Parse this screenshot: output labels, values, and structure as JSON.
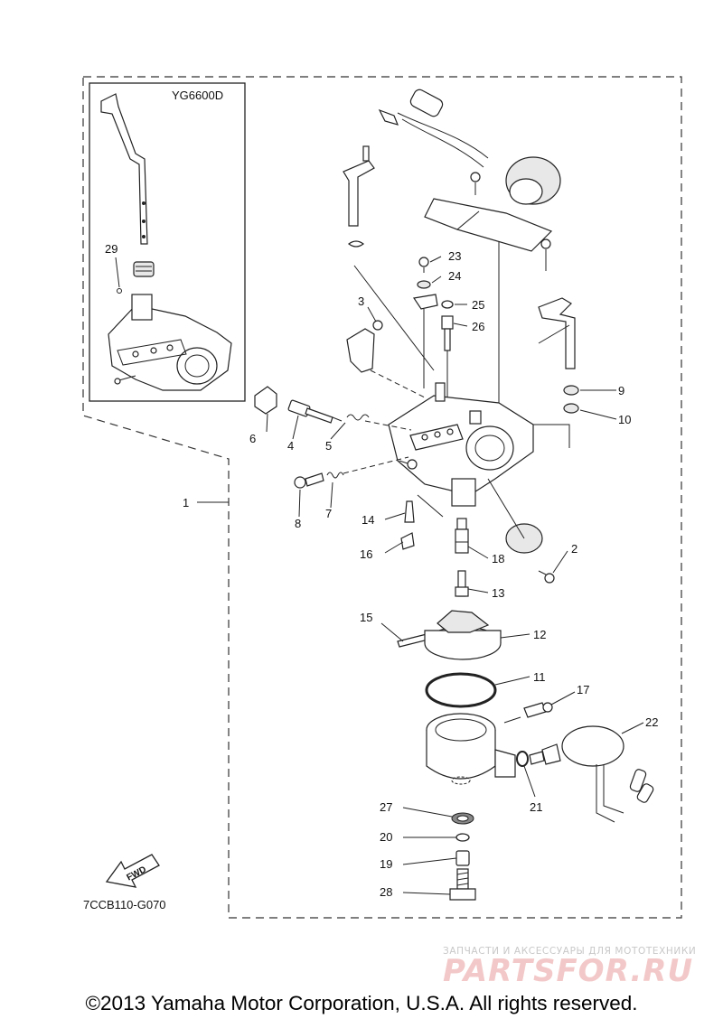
{
  "inset": {
    "model_label": "YG6600D",
    "callout": "29"
  },
  "callouts": [
    {
      "id": "1",
      "text": "1"
    },
    {
      "id": "2",
      "text": "2"
    },
    {
      "id": "3",
      "text": "3"
    },
    {
      "id": "4",
      "text": "4"
    },
    {
      "id": "5",
      "text": "5"
    },
    {
      "id": "6",
      "text": "6"
    },
    {
      "id": "7",
      "text": "7"
    },
    {
      "id": "8",
      "text": "8"
    },
    {
      "id": "9",
      "text": "9"
    },
    {
      "id": "10",
      "text": "10"
    },
    {
      "id": "11",
      "text": "11"
    },
    {
      "id": "12",
      "text": "12"
    },
    {
      "id": "13",
      "text": "13"
    },
    {
      "id": "14",
      "text": "14"
    },
    {
      "id": "15",
      "text": "15"
    },
    {
      "id": "16",
      "text": "16"
    },
    {
      "id": "17",
      "text": "17"
    },
    {
      "id": "18",
      "text": "18"
    },
    {
      "id": "19",
      "text": "19"
    },
    {
      "id": "20",
      "text": "20"
    },
    {
      "id": "21",
      "text": "21"
    },
    {
      "id": "22",
      "text": "22"
    },
    {
      "id": "23",
      "text": "23"
    },
    {
      "id": "24",
      "text": "24"
    },
    {
      "id": "25",
      "text": "25"
    },
    {
      "id": "26",
      "text": "26"
    },
    {
      "id": "27",
      "text": "27"
    },
    {
      "id": "28",
      "text": "28"
    }
  ],
  "fwd_label": "FWD",
  "diagram_code": "7CCB110-G070",
  "watermark": {
    "tagline": "ЗАПЧАСТИ И АКСЕССУАРЫ ДЛЯ МОТОТЕХНИКИ",
    "logo": "PARTSFOR.RU"
  },
  "copyright": "©2013 Yamaha Motor Corporation, U.S.A. All rights reserved."
}
